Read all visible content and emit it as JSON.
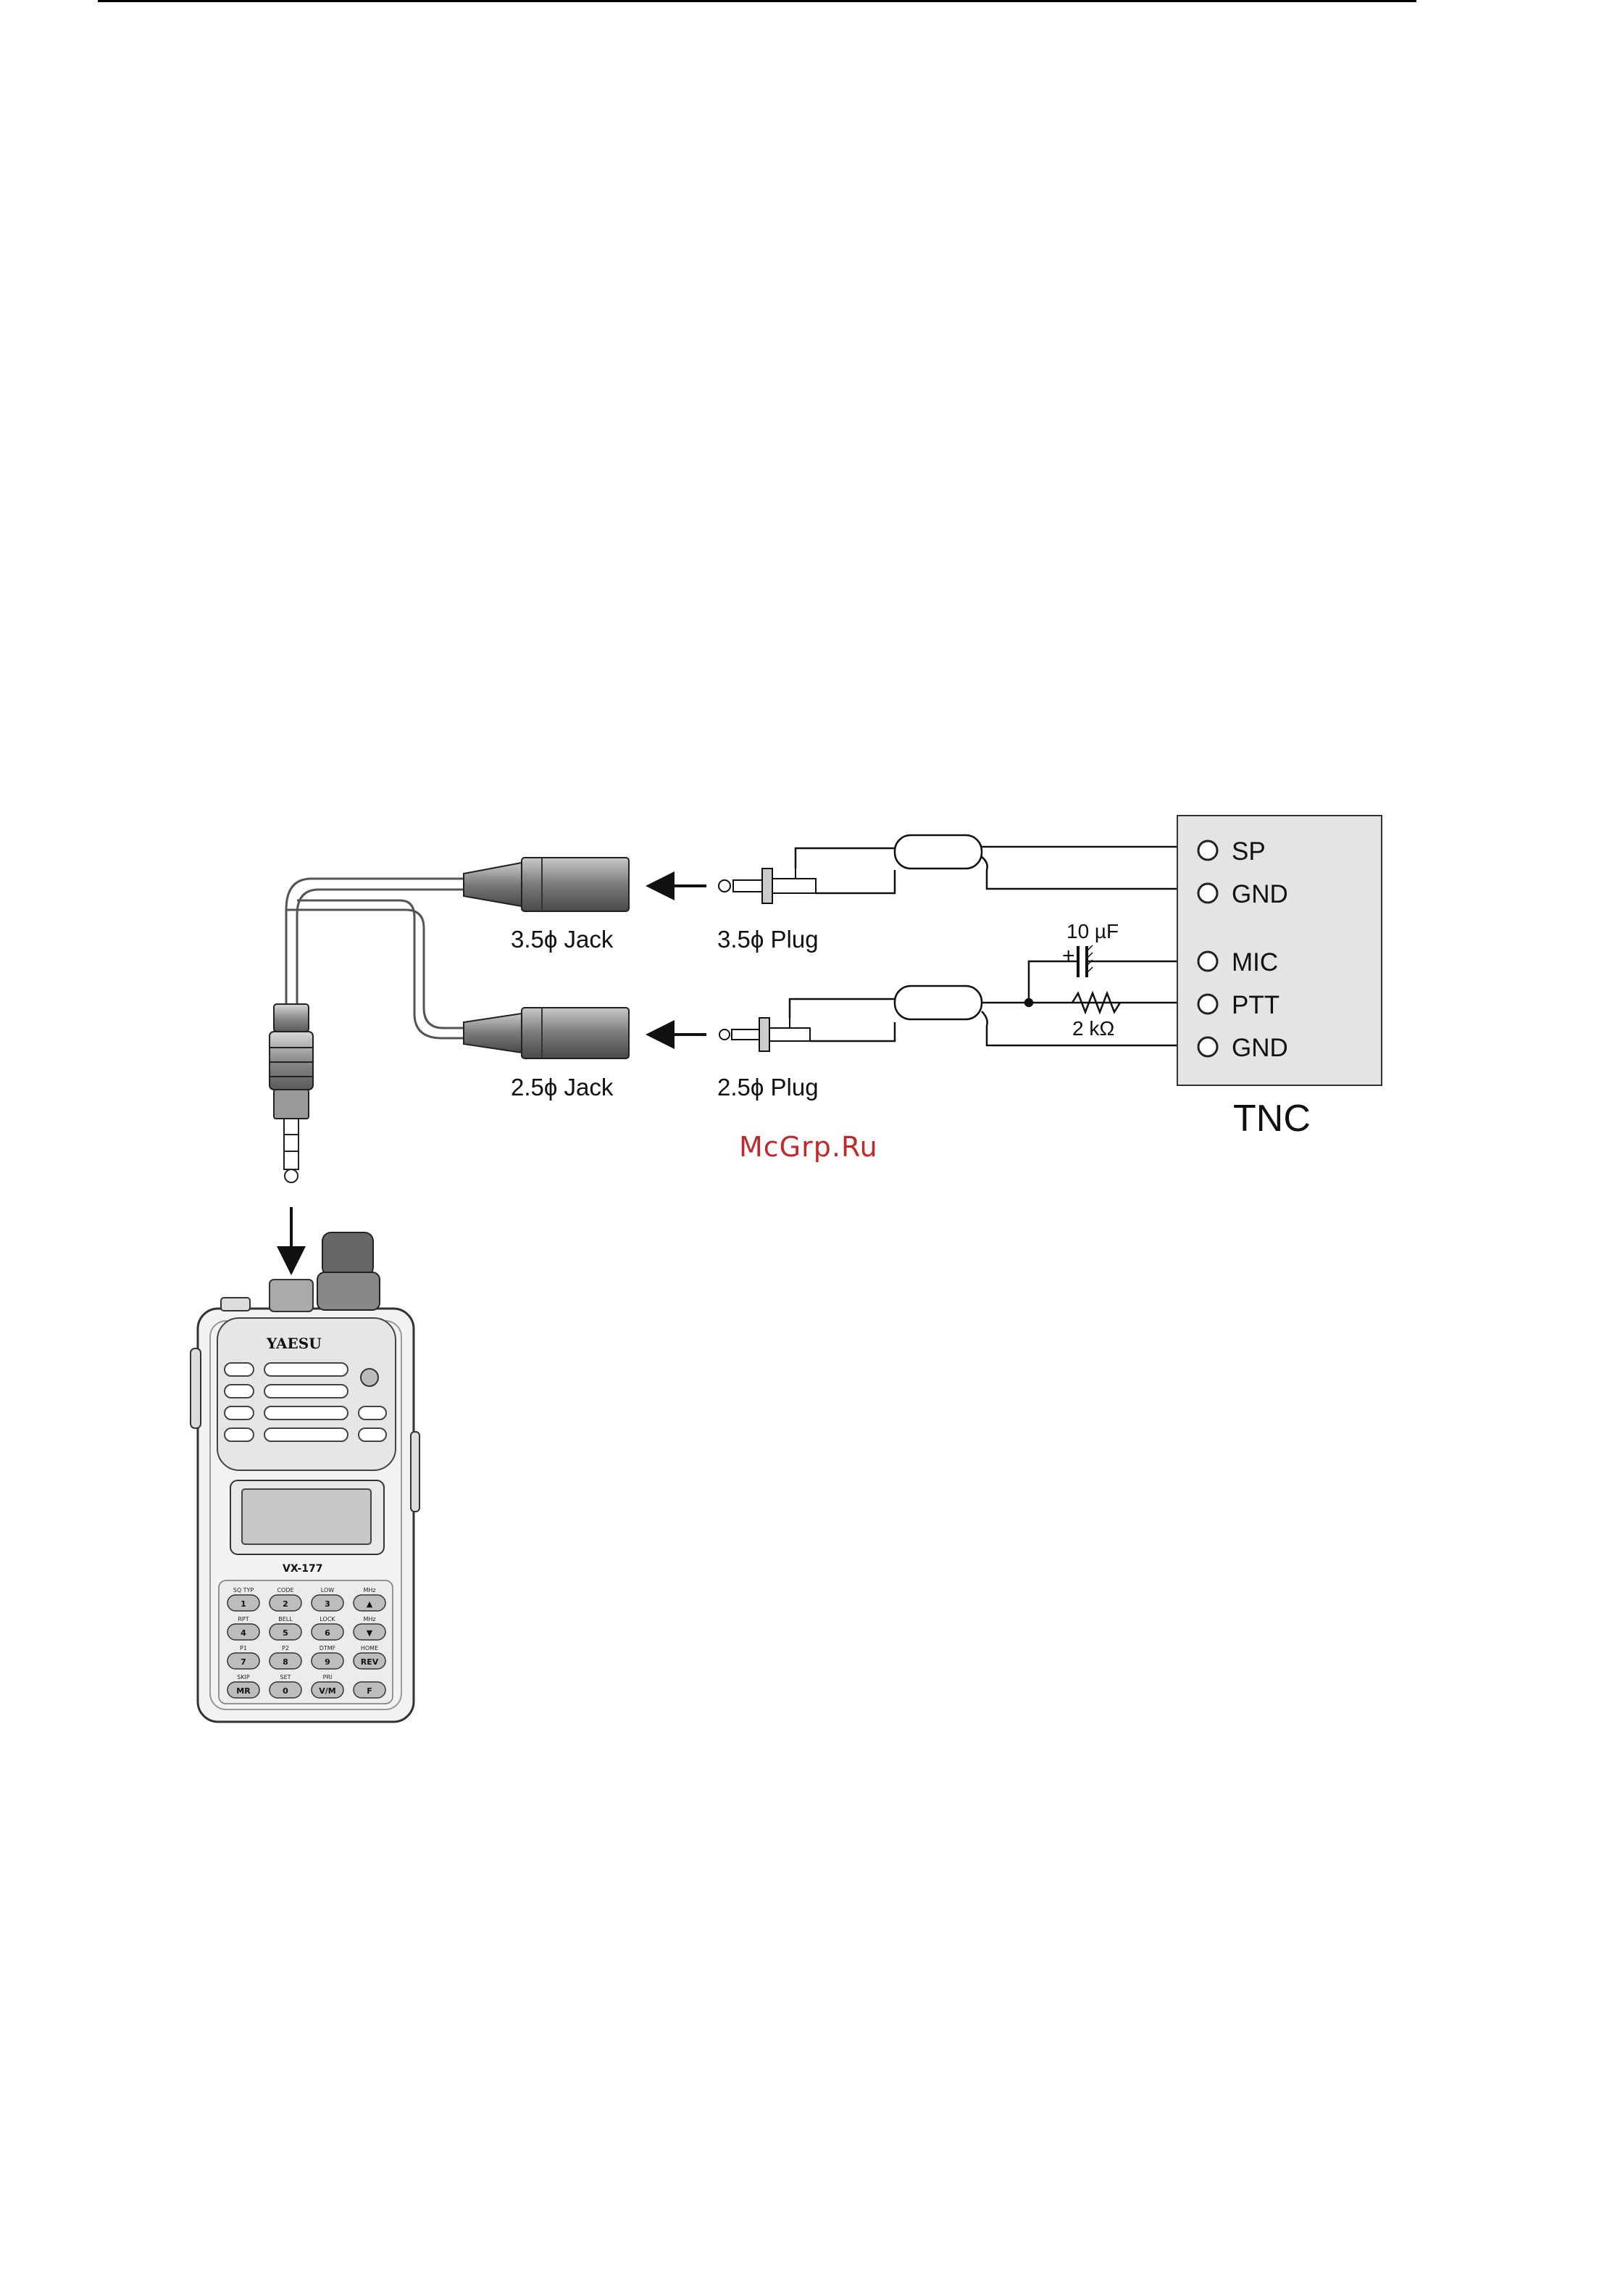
{
  "labels": {
    "jack_35": "3.5ϕ Jack",
    "plug_35": "3.5ϕ Plug",
    "jack_25": "2.5ϕ Jack",
    "plug_25": "2.5ϕ Plug",
    "capacitor": "10 µF",
    "capacitor_polarity": "+",
    "resistor": "2 kΩ"
  },
  "tnc": {
    "title": "TNC",
    "pins": [
      "SP",
      "GND",
      "MIC",
      "PTT",
      "GND"
    ]
  },
  "radio": {
    "brand": "YAESU",
    "model": "VX-177",
    "key_labels": [
      "SQ TYP",
      "CODE",
      "LOW",
      "MHz",
      "RPT",
      "BELL",
      "LOCK",
      "MHz",
      "P1",
      "P2",
      "DTMF",
      "HOME",
      "SKIP",
      "SET",
      "PRI",
      ""
    ],
    "keys": [
      "1",
      "2",
      "3",
      "▲",
      "4",
      "5",
      "6",
      "▼",
      "7",
      "8",
      "9",
      "REV",
      "MR",
      "0",
      "V/M",
      "F"
    ]
  },
  "watermark": "McGrp.Ru",
  "colors": {
    "line": "#111111",
    "cable": "#555555",
    "jack_fill": "#8a8a8a",
    "tnc_fill": "#e4e4e4",
    "watermark": "#c0282a"
  }
}
